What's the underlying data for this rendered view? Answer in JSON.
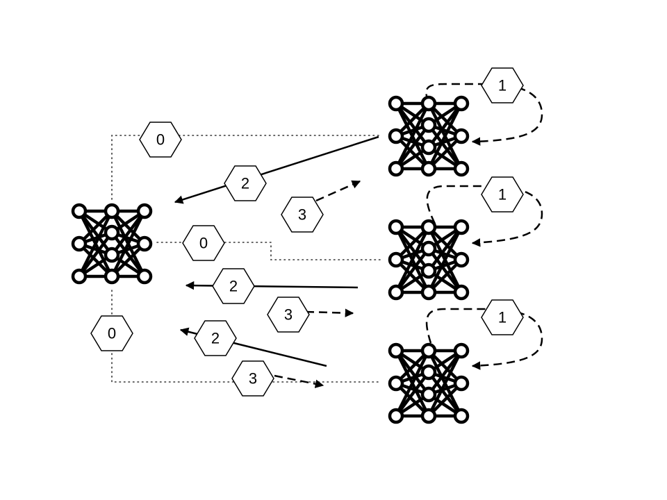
{
  "diagram": {
    "step_labels": {
      "s0a": "0",
      "s0b": "0",
      "s0c": "0",
      "s1a": "1",
      "s1b": "1",
      "s1c": "1",
      "s2a": "2",
      "s2b": "2",
      "s2c": "2",
      "s3a": "3",
      "s3b": "3",
      "s3c": "3"
    }
  }
}
